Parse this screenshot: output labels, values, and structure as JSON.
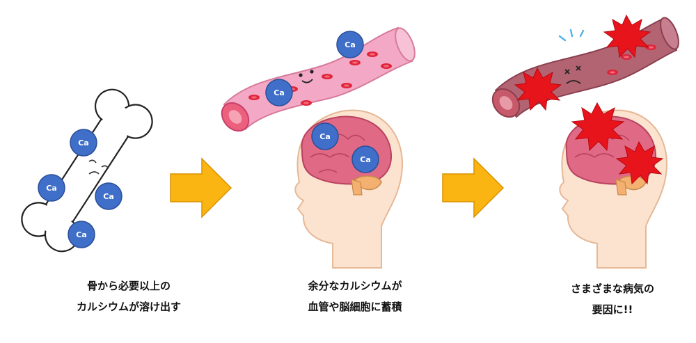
{
  "ca_label": "Ca",
  "captions": {
    "step1": [
      "骨から必要以上の",
      "カルシウムが溶け出す"
    ],
    "step2": [
      "余分なカルシウムが",
      "血管や脳細胞に蓄積"
    ],
    "step3": [
      "さまざまな病気の",
      "要因に!!"
    ]
  },
  "colors": {
    "calcium": "#3f6fc8",
    "arrow": "#fbb513",
    "healthy_vessel": "#f3a9c6",
    "damaged_vessel": "#b36472",
    "brain": "#e06a86",
    "skin": "#fbe3cf",
    "burst": "#e8141c"
  }
}
